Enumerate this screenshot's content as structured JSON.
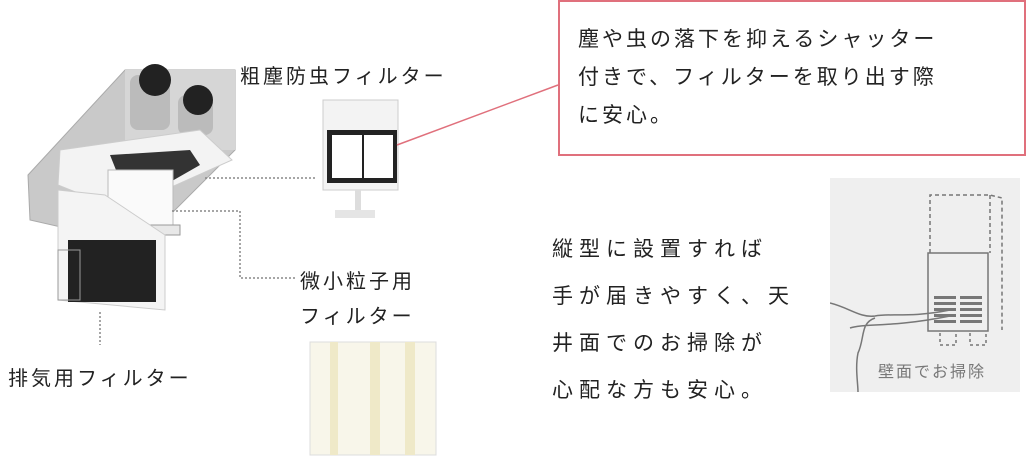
{
  "labels": {
    "coarse_filter": "粗塵防虫フィルター",
    "fine_filter_line1": "微小粒子用",
    "fine_filter_line2": "フィルター",
    "exhaust_filter": "排気用フィルター"
  },
  "callout": {
    "lines": [
      "塵や虫の落下を抑えるシャッター",
      "付きで、フィルターを取り出す際",
      "に安心。"
    ]
  },
  "description": {
    "lines": [
      "縦型に設置すれば",
      "手が届きやすく、天",
      "井面でのお掃除が",
      "心配な方も安心。"
    ]
  },
  "illustration": {
    "caption": "壁面でお掃除"
  },
  "colors": {
    "callout_border": "#e0707c",
    "panel_bg": "#efefef"
  }
}
